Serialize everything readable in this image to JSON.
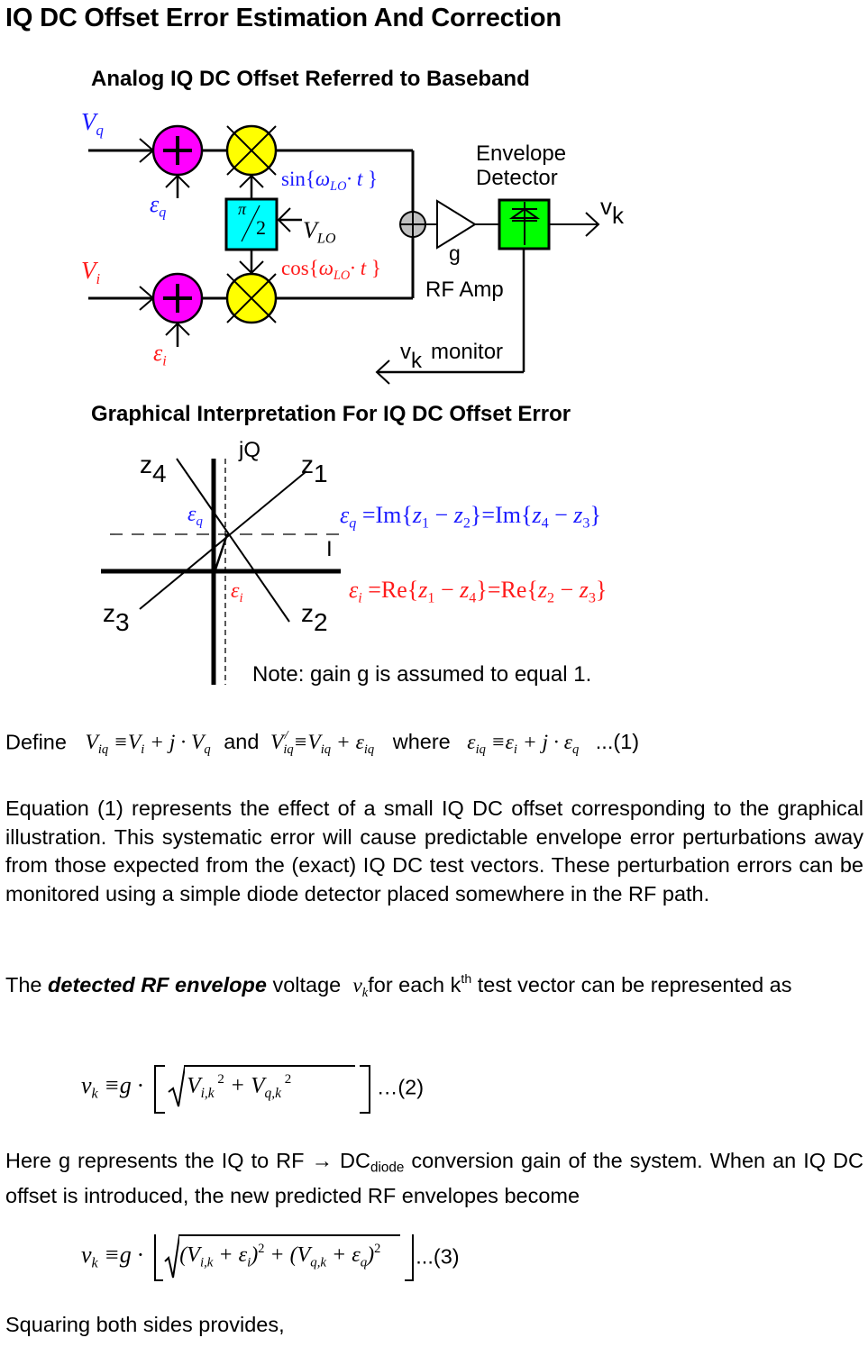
{
  "title": "IQ DC Offset Error Estimation And Correction",
  "diagram1": {
    "heading": "Analog IQ DC Offset Referred to Baseband",
    "inputs": {
      "vq": "V",
      "vq_sub": "q",
      "vi": "V",
      "vi_sub": "i"
    },
    "errors": {
      "eq": "ε",
      "eq_sub": "q",
      "ei": "ε",
      "ei_sub": "i"
    },
    "phase_shifter": {
      "num": "π",
      "den": "2"
    },
    "lo": {
      "label": "V",
      "sub": "LO"
    },
    "sin_label": {
      "fn": "sin",
      "arg": "ω",
      "arg_sub": "LO",
      "rest": "· t"
    },
    "cos_label": {
      "fn": "cos",
      "arg": "ω",
      "arg_sub": "LO",
      "rest": "· t"
    },
    "amp": {
      "gain": "g",
      "label": "RF Amp"
    },
    "detector": {
      "line1": "Envelope",
      "line2": "Detector"
    },
    "output": {
      "v": "v",
      "sub": "k"
    },
    "monitor": {
      "v": "v",
      "sub": "k",
      "label": "monitor"
    },
    "colors": {
      "adder": "#ff00ff",
      "mixer": "#ffff00",
      "phase": "#00ffff",
      "combiner": "#c0c0c0",
      "detector": "#00ff00",
      "blue": "#1a1aff",
      "red": "#ff1a1a"
    }
  },
  "diagram2": {
    "heading": "Graphical Interpretation For IQ DC Offset Error",
    "axis_q": "jQ",
    "axis_i": "I",
    "z1": "z",
    "z1_sub": "1",
    "z2": "z",
    "z2_sub": "2",
    "z3": "z",
    "z3_sub": "3",
    "z4": "z",
    "z4_sub": "4",
    "eq_small": "ε",
    "eq_small_sub": "q",
    "ei_small": "ε",
    "ei_small_sub": "i",
    "eq_formula": {
      "lhs": "ε",
      "lhs_sub": "q",
      "op": "Im",
      "t1": "z",
      "t1_sub": "1",
      "t2": "z",
      "t2_sub": "2",
      "op2": "Im",
      "t3": "z",
      "t3_sub": "4",
      "t4": "z",
      "t4_sub": "3"
    },
    "ei_formula": {
      "lhs": "ε",
      "lhs_sub": "i",
      "op": "Re",
      "t1": "z",
      "t1_sub": "1",
      "t2": "z",
      "t2_sub": "4",
      "op2": "Re",
      "t3": "z",
      "t3_sub": "2",
      "t4": "z",
      "t4_sub": "3"
    },
    "note": "Note: gain g is assumed to equal 1."
  },
  "define_line": {
    "word1": "Define",
    "and": "and",
    "where": "where",
    "tag": "...(1)"
  },
  "paragraph1": "Equation (1) represents the effect of a small IQ DC offset corresponding to the graphical illustration. This systematic error will cause predictable envelope error perturbations away from those expected from the (exact) IQ DC test vectors. These perturbation errors can be monitored using a simple diode detector placed somewhere in the RF path.",
  "paragraph2": {
    "pre": "The",
    "emph": "detected RF envelope",
    "mid": "voltage",
    "post1": "for each k",
    "sup": "th",
    "post2": "test vector can be represented as"
  },
  "eq2_tag": "…(2)",
  "paragraph3": {
    "pre": "Here g represents the IQ to RF → DC",
    "sub": "diode",
    "post": "conversion gain of the system. When an IQ DC offset is introduced, the new predicted RF envelopes become"
  },
  "eq3_tag": "...(3)",
  "paragraph4": "Squaring both sides provides,"
}
